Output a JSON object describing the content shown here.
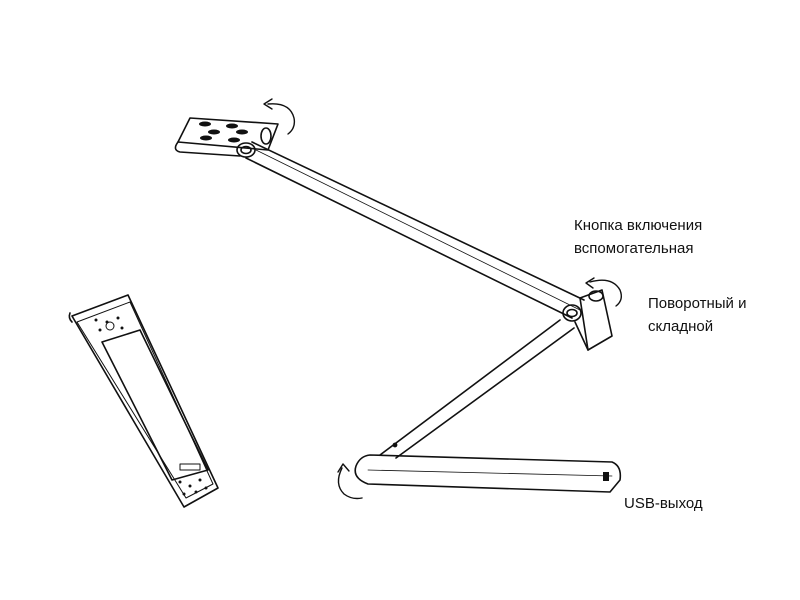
{
  "labels": {
    "button": [
      "Кнопка включения",
      "вспомогательная"
    ],
    "rotate": [
      "Поворотный и",
      "складной"
    ],
    "usb": "USB-выход"
  },
  "colors": {
    "line": "#111111",
    "background": "#ffffff"
  }
}
